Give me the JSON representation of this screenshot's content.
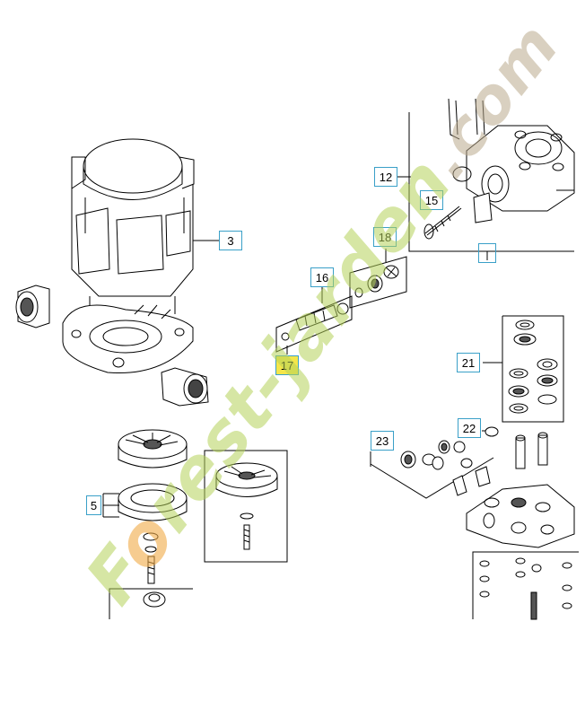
{
  "callouts": {
    "c3": "3",
    "c5": "5",
    "c12": "12",
    "c15": "15",
    "c16": "16",
    "c17": "17",
    "c18": "18",
    "c21": "21",
    "c22": "22",
    "c23": "23",
    "c_blank": ""
  },
  "watermark": {
    "part1": "F",
    "part2": "o",
    "part3": "r",
    "part4": "e",
    "part5": "s",
    "part6": "t",
    "part7": "-",
    "part8": "j",
    "part9": "a",
    "part10": "r",
    "part11": "d",
    "part12": "e",
    "part13": "n",
    "part14": ".com"
  },
  "colors": {
    "callout_border": "#3aa0c8",
    "highlight": "#f4e64a",
    "line": "#000000",
    "watermark_green": "#b4d25a",
    "watermark_orange": "#f0aa46"
  }
}
